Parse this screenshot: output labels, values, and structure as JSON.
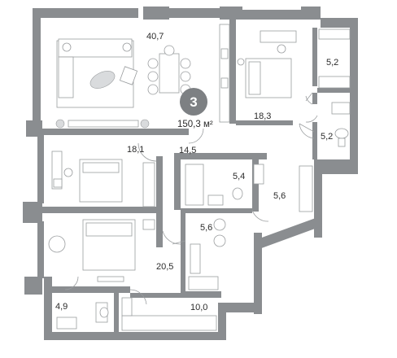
{
  "plan": {
    "rooms_badge": "3",
    "total_area": "150,3 м²",
    "rooms": {
      "living": "40,7",
      "bedroom_top": "18,3",
      "wardrobe_top": "5,2",
      "bath_top": "5,2",
      "room_left": "18,1",
      "hall": "14,5",
      "bath_mid": "5,4",
      "corridor_right": "5,6",
      "laundry": "5,6",
      "bedroom_master": "20,5",
      "bath_bottom": "4,9",
      "wardrobe_bottom": "10,0"
    },
    "colors": {
      "wall": "#8a8d90",
      "badge": "#7d8083",
      "line": "#9a9d9f"
    }
  }
}
